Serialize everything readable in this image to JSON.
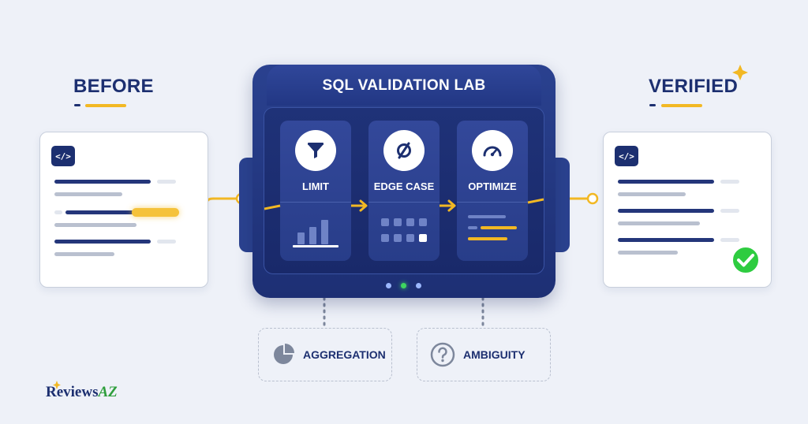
{
  "left_panel": {
    "heading": "BEFORE",
    "badge": "</>"
  },
  "right_panel": {
    "heading": "VERIFIED",
    "badge": "</>"
  },
  "machine": {
    "title": "SQL VALIDATION LAB",
    "modules": [
      {
        "label": "LIMIT",
        "icon": "funnel-icon"
      },
      {
        "label": "EDGE CASE",
        "icon": "empty-set-icon"
      },
      {
        "label": "OPTIMIZE",
        "icon": "gauge-icon"
      }
    ],
    "status_lights": [
      "#9bb7ff",
      "#3ed660",
      "#9bb7ff"
    ]
  },
  "sub_modules": [
    {
      "label": "AGGREGATION",
      "icon": "pie-chart-icon"
    },
    {
      "label": "AMBIGUITY",
      "icon": "question-mark-icon"
    }
  ],
  "brand": {
    "name": "Reviews",
    "accent": "AZ"
  },
  "colors": {
    "navy": "#1c2f70",
    "accent_yellow": "#f2b824",
    "success_green": "#2ecc40",
    "background": "#eef1f8"
  }
}
